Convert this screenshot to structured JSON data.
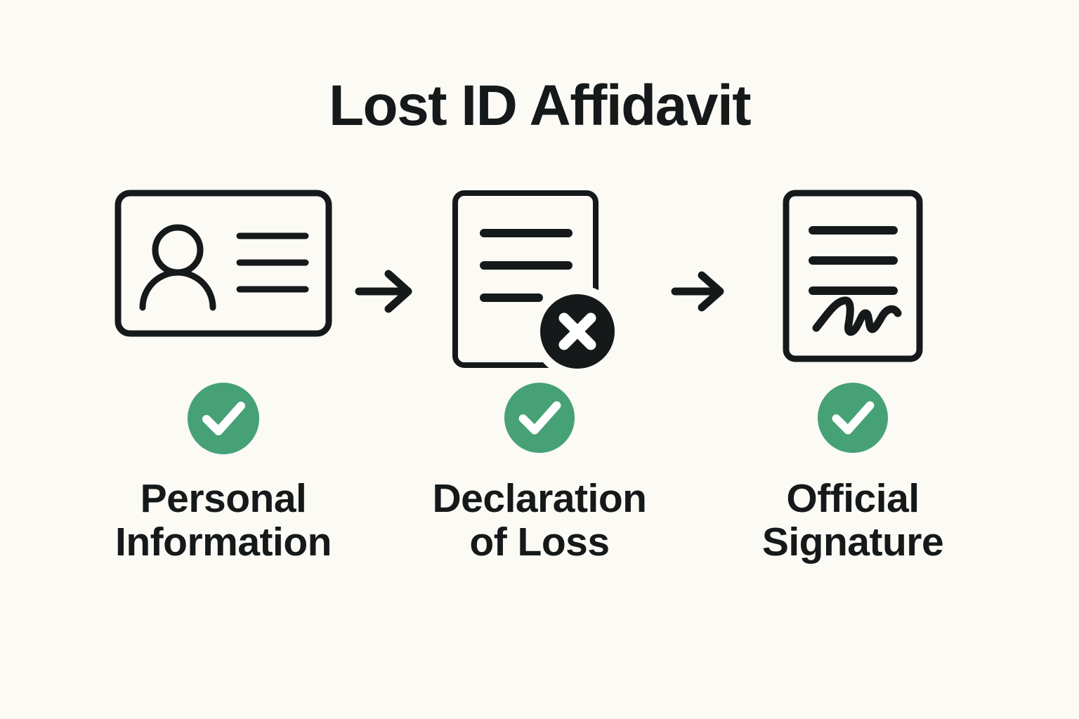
{
  "page": {
    "title": "Lost ID Affidavit",
    "background_color": "#fbfaf5",
    "ink_color": "#15191a",
    "accent_color": "#46a177"
  },
  "steps": [
    {
      "index": 1,
      "icon": "id-card-icon",
      "status_icon": "check-circle-icon",
      "status": "complete",
      "label_line1": "Personal",
      "label_line2": "Information"
    },
    {
      "index": 2,
      "icon": "document-with-x-icon",
      "status_icon": "check-circle-icon",
      "status": "complete",
      "label_line1": "Declaration",
      "label_line2": "of Loss"
    },
    {
      "index": 3,
      "icon": "signed-document-icon",
      "status_icon": "check-circle-icon",
      "status": "complete",
      "label_line1": "Official",
      "label_line2": "Signature"
    }
  ],
  "connectors": [
    {
      "index": 1,
      "icon": "arrow-right-icon"
    },
    {
      "index": 2,
      "icon": "arrow-right-icon"
    }
  ]
}
